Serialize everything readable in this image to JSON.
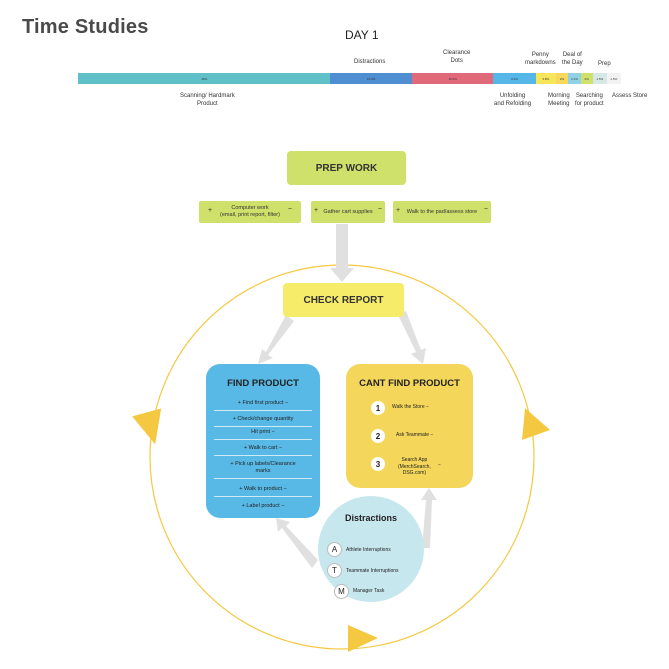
{
  "title": "Time Studies",
  "day": "DAY 1",
  "timeline": {
    "segments": [
      {
        "color": "#5fc0c8",
        "pct": 46.5,
        "inner": "46%"
      },
      {
        "color": "#4f8ed0",
        "pct": 15.0,
        "inner": "15.3%"
      },
      {
        "color": "#e0697a",
        "pct": 15.0,
        "inner": "15.2%"
      },
      {
        "color": "#55b7e8",
        "pct": 7.8,
        "inner": "8.2%"
      },
      {
        "color": "#f7e55a",
        "pct": 3.7,
        "inner": "3.8%"
      },
      {
        "color": "#f7d75c",
        "pct": 2.3,
        "inner": "2%"
      },
      {
        "color": "#8fd1e6",
        "pct": 2.3,
        "inner": "2.1%"
      },
      {
        "color": "#cfe06b",
        "pct": 2.2,
        "inner": "2%"
      },
      {
        "color": "#d7e9e6",
        "pct": 2.6,
        "inner": "1.5%"
      },
      {
        "color": "#f2f2f2",
        "pct": 2.6,
        "inner": "1.5%"
      }
    ],
    "above_labels": {
      "distractions": "Distractions",
      "clearance": "Clearance\nDots",
      "penny": "Penny\nmarkdowns",
      "deal": "Deal of\nthe Day",
      "prep": "Prep"
    },
    "below_labels": {
      "scanning": "Scanning/ Hardmark\nProduct",
      "unfolding": "Unfolding\nand Refolding",
      "morning": "Morning\nMeeting",
      "searching": "Searching\nfor product",
      "assess": "Assess Store"
    }
  },
  "prep_work": {
    "title": "PREP WORK",
    "items": [
      "Computer work\n(email, print report, filter)",
      "Gather cart supplies",
      "Walk to the pad/assess store"
    ]
  },
  "check_report": "CHECK REPORT",
  "find_product": {
    "title": "FIND PRODUCT",
    "items": [
      "Find first product",
      "Check/change quantity",
      "Hit print",
      "Walk to cart",
      "Pick up labels/Clearance\nmarks",
      "Walk to product",
      "Label product"
    ]
  },
  "cant_find": {
    "title": "CANT FIND PRODUCT",
    "items": [
      {
        "num": "1",
        "text": "Walk the Store"
      },
      {
        "num": "2",
        "text": "Ask Teammate"
      },
      {
        "num": "3",
        "text": "Search App\n(MerchSearch,\nDSG.com)"
      }
    ]
  },
  "distractions": {
    "title": "Distractions",
    "items": [
      {
        "letter": "A",
        "text": "Athlete Interruptions"
      },
      {
        "letter": "T",
        "text": "Teammate Interruptions"
      },
      {
        "letter": "M",
        "text": "Manager Task"
      }
    ]
  },
  "colors": {
    "green": "#cfe06b",
    "yellow": "#f7ec6a",
    "blue": "#58b9e6",
    "gold": "#f4d65a",
    "cycle": "#f5c842"
  }
}
